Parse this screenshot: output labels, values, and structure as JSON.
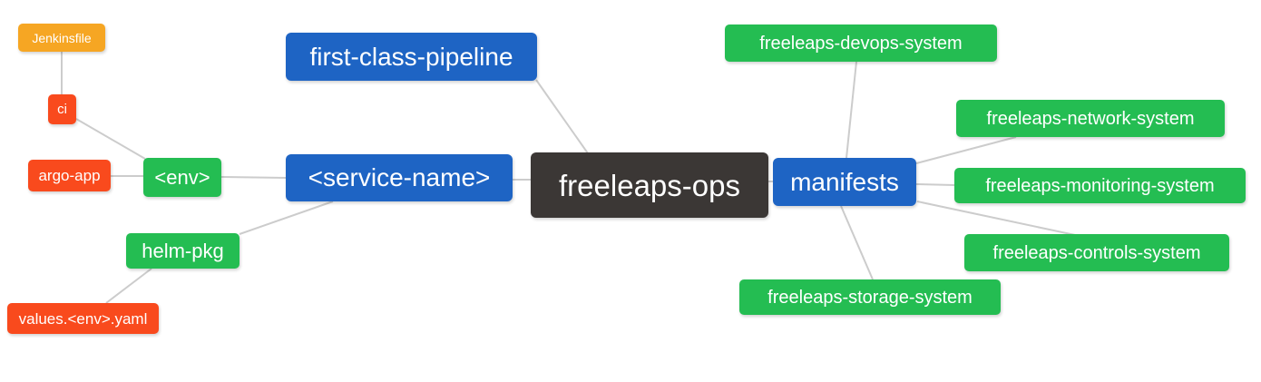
{
  "palette": {
    "blue": "#1e64c4",
    "green": "#24bd52",
    "red": "#f94a1d",
    "amber": "#f6a623",
    "dark": "#3b3735",
    "edge": "#cccccc",
    "node_text": "#ffffff",
    "background": "#ffffff"
  },
  "mindmap": {
    "nodes": {
      "jenkinsfile": {
        "label": "Jenkinsfile",
        "color": "amber"
      },
      "ci": {
        "label": "ci",
        "color": "red"
      },
      "argo_app": {
        "label": "argo-app",
        "color": "red"
      },
      "env": {
        "label": "<env>",
        "color": "green"
      },
      "first_class_pipeline": {
        "label": "first-class-pipeline",
        "color": "blue"
      },
      "service_name": {
        "label": "<service-name>",
        "color": "blue"
      },
      "freeleaps_ops": {
        "label": "freeleaps-ops",
        "color": "dark"
      },
      "manifests": {
        "label": "manifests",
        "color": "blue"
      },
      "helm_pkg": {
        "label": "helm-pkg",
        "color": "green"
      },
      "values_env_yaml": {
        "label": "values.<env>.yaml",
        "color": "red"
      },
      "devops_system": {
        "label": "freeleaps-devops-system",
        "color": "green"
      },
      "network_system": {
        "label": "freeleaps-network-system",
        "color": "green"
      },
      "monitoring_system": {
        "label": "freeleaps-monitoring-system",
        "color": "green"
      },
      "controls_system": {
        "label": "freeleaps-controls-system",
        "color": "green"
      },
      "storage_system": {
        "label": "freeleaps-storage-system",
        "color": "green"
      }
    },
    "edges": [
      {
        "from": "jenkinsfile",
        "to": "ci"
      },
      {
        "from": "ci",
        "to": "env"
      },
      {
        "from": "argo_app",
        "to": "env"
      },
      {
        "from": "env",
        "to": "service_name"
      },
      {
        "from": "helm_pkg",
        "to": "service_name"
      },
      {
        "from": "values_env_yaml",
        "to": "helm_pkg"
      },
      {
        "from": "first_class_pipeline",
        "to": "freeleaps_ops"
      },
      {
        "from": "service_name",
        "to": "freeleaps_ops"
      },
      {
        "from": "freeleaps_ops",
        "to": "manifests"
      },
      {
        "from": "manifests",
        "to": "devops_system"
      },
      {
        "from": "manifests",
        "to": "network_system"
      },
      {
        "from": "manifests",
        "to": "monitoring_system"
      },
      {
        "from": "manifests",
        "to": "controls_system"
      },
      {
        "from": "manifests",
        "to": "storage_system"
      }
    ]
  }
}
